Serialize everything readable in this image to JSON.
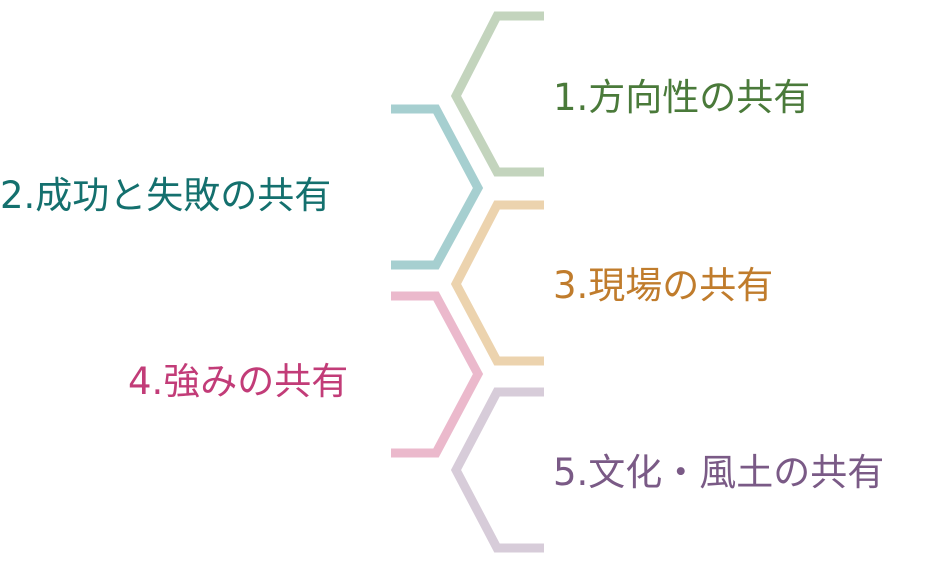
{
  "items": [
    {
      "id": "1",
      "label": "1.方向性の共有",
      "color": "#4a7a3a",
      "bracket_color": "#c3d4bd"
    },
    {
      "id": "2",
      "label": "2.成功と失敗の共有",
      "color": "#14706e",
      "bracket_color": "#a6cfd0"
    },
    {
      "id": "3",
      "label": "3.現場の共有",
      "color": "#c07c2c",
      "bracket_color": "#ecd3ae"
    },
    {
      "id": "4",
      "label": "4.強みの共有",
      "color": "#c23c78",
      "bracket_color": "#ebb9cc"
    },
    {
      "id": "5",
      "label": "5.文化・風土の共有",
      "color": "#7a5a86",
      "bracket_color": "#d7ccd9"
    }
  ]
}
